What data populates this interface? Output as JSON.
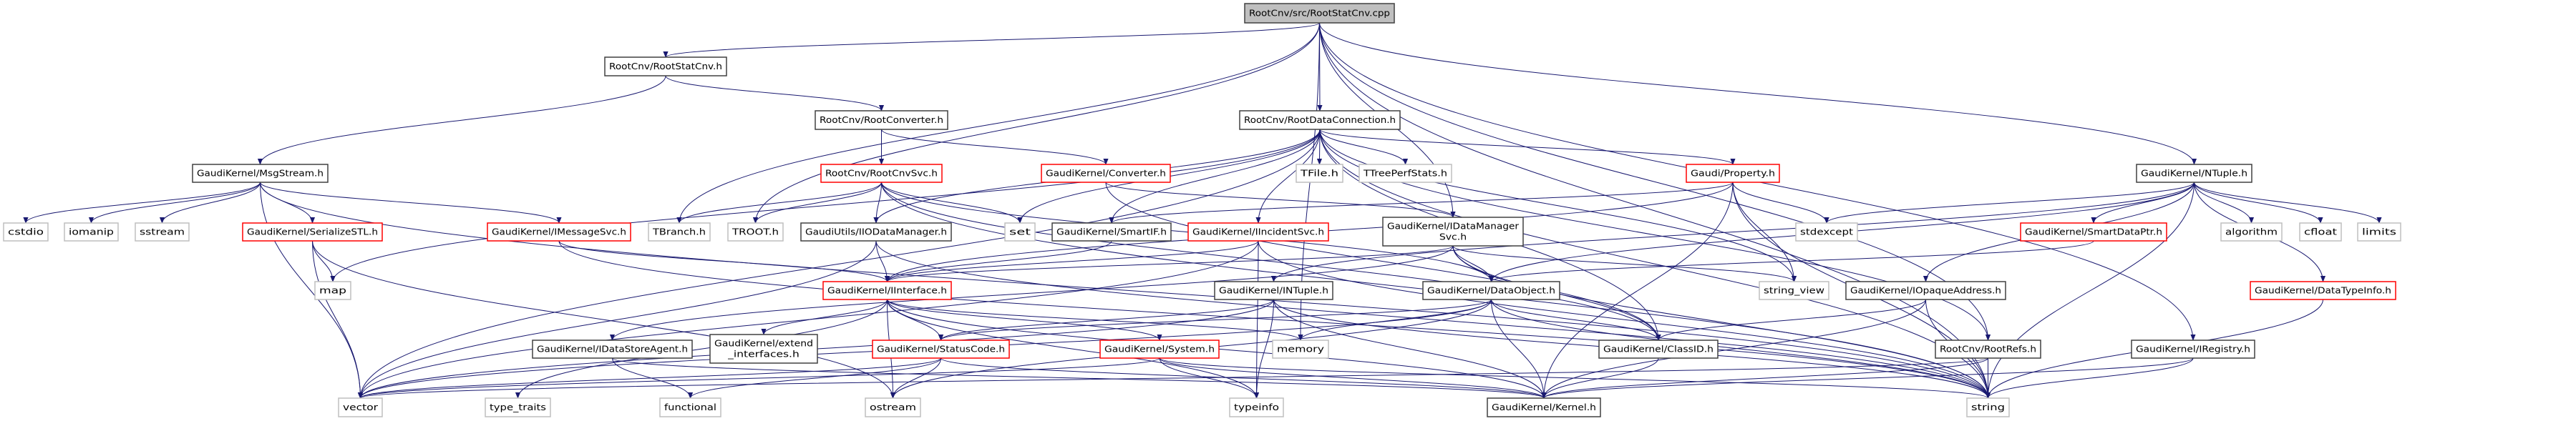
{
  "colors": {
    "edge": "#191970",
    "documented_border": "#404040",
    "truncated_border": "#ff0000",
    "system_border": "#bfbfbf",
    "root_fill": "#bfbfbf"
  },
  "nodes": [
    {
      "id": "cpp",
      "label": [
        "RootCnv/src/RootStatCnv.cpp"
      ],
      "kind": "root"
    },
    {
      "id": "statcnvh",
      "label": [
        "RootCnv/RootStatCnv.h"
      ],
      "kind": "documented"
    },
    {
      "id": "rootconverter",
      "label": [
        "RootCnv/RootConverter.h"
      ],
      "kind": "documented"
    },
    {
      "id": "rootdataconn",
      "label": [
        "RootCnv/RootDataConnection.h"
      ],
      "kind": "documented"
    },
    {
      "id": "msgstream",
      "label": [
        "GaudiKernel/MsgStream.h"
      ],
      "kind": "documented"
    },
    {
      "id": "rootcnvsvc",
      "label": [
        "RootCnv/RootCnvSvc.h"
      ],
      "kind": "truncated"
    },
    {
      "id": "converter",
      "label": [
        "GaudiKernel/Converter.h"
      ],
      "kind": "truncated"
    },
    {
      "id": "tfile",
      "label": [
        "TFile.h"
      ],
      "kind": "system"
    },
    {
      "id": "ttreeperf",
      "label": [
        "TTreePerfStats.h"
      ],
      "kind": "system"
    },
    {
      "id": "property",
      "label": [
        "Gaudi/Property.h"
      ],
      "kind": "truncated"
    },
    {
      "id": "ntuple",
      "label": [
        "GaudiKernel/NTuple.h"
      ],
      "kind": "documented"
    },
    {
      "id": "cstdio",
      "label": [
        "cstdio"
      ],
      "kind": "system"
    },
    {
      "id": "iomanip",
      "label": [
        "iomanip"
      ],
      "kind": "system"
    },
    {
      "id": "sstream",
      "label": [
        "sstream"
      ],
      "kind": "system"
    },
    {
      "id": "serializestl",
      "label": [
        "GaudiKernel/SerializeSTL.h"
      ],
      "kind": "truncated"
    },
    {
      "id": "imessagesvc",
      "label": [
        "GaudiKernel/IMessageSvc.h"
      ],
      "kind": "truncated"
    },
    {
      "id": "tbranch",
      "label": [
        "TBranch.h"
      ],
      "kind": "system"
    },
    {
      "id": "troot",
      "label": [
        "TROOT.h"
      ],
      "kind": "system"
    },
    {
      "id": "iiodatamanager",
      "label": [
        "GaudiUtils/IIODataManager.h"
      ],
      "kind": "documented"
    },
    {
      "id": "set",
      "label": [
        "set"
      ],
      "kind": "system"
    },
    {
      "id": "smartif",
      "label": [
        "GaudiKernel/SmartIF.h"
      ],
      "kind": "documented"
    },
    {
      "id": "iincidentsvc",
      "label": [
        "GaudiKernel/IIncidentSvc.h"
      ],
      "kind": "truncated"
    },
    {
      "id": "idatamanagersvc",
      "label": [
        "GaudiKernel/IDataManager",
        "Svc.h"
      ],
      "kind": "documented"
    },
    {
      "id": "stdexcept",
      "label": [
        "stdexcept"
      ],
      "kind": "system"
    },
    {
      "id": "smartdataptr",
      "label": [
        "GaudiKernel/SmartDataPtr.h"
      ],
      "kind": "truncated"
    },
    {
      "id": "algorithm",
      "label": [
        "algorithm"
      ],
      "kind": "system"
    },
    {
      "id": "cfloat",
      "label": [
        "cfloat"
      ],
      "kind": "system"
    },
    {
      "id": "limits",
      "label": [
        "limits"
      ],
      "kind": "system"
    },
    {
      "id": "map",
      "label": [
        "map"
      ],
      "kind": "system"
    },
    {
      "id": "iinterface",
      "label": [
        "GaudiKernel/IInterface.h"
      ],
      "kind": "truncated"
    },
    {
      "id": "intuple",
      "label": [
        "GaudiKernel/INTuple.h"
      ],
      "kind": "documented"
    },
    {
      "id": "dataobject",
      "label": [
        "GaudiKernel/DataObject.h"
      ],
      "kind": "documented"
    },
    {
      "id": "stringview",
      "label": [
        "string_view"
      ],
      "kind": "system"
    },
    {
      "id": "iopaqueaddress",
      "label": [
        "GaudiKernel/IOpaqueAddress.h"
      ],
      "kind": "documented"
    },
    {
      "id": "datatypeinfo",
      "label": [
        "GaudiKernel/DataTypeInfo.h"
      ],
      "kind": "truncated"
    },
    {
      "id": "idatastoreagent",
      "label": [
        "GaudiKernel/IDataStoreAgent.h"
      ],
      "kind": "documented"
    },
    {
      "id": "extendinterfaces",
      "label": [
        "GaudiKernel/extend",
        "_interfaces.h"
      ],
      "kind": "documented"
    },
    {
      "id": "statuscode",
      "label": [
        "GaudiKernel/StatusCode.h"
      ],
      "kind": "truncated"
    },
    {
      "id": "system",
      "label": [
        "GaudiKernel/System.h"
      ],
      "kind": "truncated"
    },
    {
      "id": "memory",
      "label": [
        "memory"
      ],
      "kind": "system"
    },
    {
      "id": "classid",
      "label": [
        "GaudiKernel/ClassID.h"
      ],
      "kind": "documented"
    },
    {
      "id": "rootrefs",
      "label": [
        "RootCnv/RootRefs.h"
      ],
      "kind": "documented"
    },
    {
      "id": "iregistry",
      "label": [
        "GaudiKernel/IRegistry.h"
      ],
      "kind": "documented"
    },
    {
      "id": "vector",
      "label": [
        "vector"
      ],
      "kind": "system"
    },
    {
      "id": "typetraits",
      "label": [
        "type_traits"
      ],
      "kind": "system"
    },
    {
      "id": "functional",
      "label": [
        "functional"
      ],
      "kind": "system"
    },
    {
      "id": "ostream",
      "label": [
        "ostream"
      ],
      "kind": "system"
    },
    {
      "id": "typeinfo",
      "label": [
        "typeinfo"
      ],
      "kind": "system"
    },
    {
      "id": "kernel",
      "label": [
        "GaudiKernel/Kernel.h"
      ],
      "kind": "documented"
    },
    {
      "id": "string",
      "label": [
        "string"
      ],
      "kind": "system"
    }
  ],
  "edges": [
    [
      "cpp",
      "statcnvh"
    ],
    [
      "cpp",
      "rootdataconn"
    ],
    [
      "cpp",
      "ntuple"
    ],
    [
      "cpp",
      "idatamanagersvc"
    ],
    [
      "cpp",
      "tbranch"
    ],
    [
      "cpp",
      "troot"
    ],
    [
      "cpp",
      "memory"
    ],
    [
      "cpp",
      "iregistry"
    ],
    [
      "cpp",
      "rootrefs"
    ],
    [
      "cpp",
      "string"
    ],
    [
      "statcnvh",
      "msgstream"
    ],
    [
      "statcnvh",
      "rootconverter"
    ],
    [
      "rootconverter",
      "rootcnvsvc"
    ],
    [
      "rootconverter",
      "converter"
    ],
    [
      "msgstream",
      "cstdio"
    ],
    [
      "msgstream",
      "iomanip"
    ],
    [
      "msgstream",
      "sstream"
    ],
    [
      "msgstream",
      "serializestl"
    ],
    [
      "msgstream",
      "imessagesvc"
    ],
    [
      "msgstream",
      "vector"
    ],
    [
      "msgstream",
      "string"
    ],
    [
      "serializestl",
      "map"
    ],
    [
      "serializestl",
      "vector"
    ],
    [
      "serializestl",
      "ostream"
    ],
    [
      "imessagesvc",
      "iinterface"
    ],
    [
      "imessagesvc",
      "string"
    ],
    [
      "rootcnvsvc",
      "tbranch"
    ],
    [
      "rootcnvsvc",
      "troot"
    ],
    [
      "rootcnvsvc",
      "iiodatamanager"
    ],
    [
      "rootcnvsvc",
      "set"
    ],
    [
      "rootcnvsvc",
      "classid"
    ],
    [
      "rootcnvsvc",
      "string"
    ],
    [
      "rootcnvsvc",
      "dataobject"
    ],
    [
      "converter",
      "idatamanagersvc"
    ],
    [
      "converter",
      "classid"
    ],
    [
      "rootdataconn",
      "iiodatamanager"
    ],
    [
      "rootdataconn",
      "set"
    ],
    [
      "rootdataconn",
      "smartif"
    ],
    [
      "rootdataconn",
      "iincidentsvc"
    ],
    [
      "rootdataconn",
      "tfile"
    ],
    [
      "rootdataconn",
      "ttreeperf"
    ],
    [
      "rootdataconn",
      "property"
    ],
    [
      "rootdataconn",
      "classid"
    ],
    [
      "rootdataconn",
      "stringview"
    ],
    [
      "rootdataconn",
      "string"
    ],
    [
      "rootdataconn",
      "map"
    ],
    [
      "rootdataconn",
      "vector"
    ],
    [
      "rootdataconn",
      "rootrefs"
    ],
    [
      "iiodatamanager",
      "iinterface"
    ],
    [
      "iiodatamanager",
      "vector"
    ],
    [
      "iiodatamanager",
      "string"
    ],
    [
      "smartif",
      "iinterface"
    ],
    [
      "iincidentsvc",
      "iinterface"
    ],
    [
      "iincidentsvc",
      "string"
    ],
    [
      "iincidentsvc",
      "vector"
    ],
    [
      "iincidentsvc",
      "typeinfo"
    ],
    [
      "idatamanagersvc",
      "iinterface"
    ],
    [
      "idatamanagersvc",
      "dataobject"
    ],
    [
      "idatamanagersvc",
      "classid"
    ],
    [
      "idatamanagersvc",
      "string"
    ],
    [
      "idatamanagersvc",
      "idatastoreagent"
    ],
    [
      "idatamanagersvc",
      "stringview"
    ],
    [
      "property",
      "stdexcept"
    ],
    [
      "property",
      "stringview"
    ],
    [
      "property",
      "string"
    ],
    [
      "property",
      "kernel"
    ],
    [
      "property",
      "smartif"
    ],
    [
      "property",
      "iinterface"
    ],
    [
      "ntuple",
      "stdexcept"
    ],
    [
      "ntuple",
      "smartdataptr"
    ],
    [
      "ntuple",
      "algorithm"
    ],
    [
      "ntuple",
      "cfloat"
    ],
    [
      "ntuple",
      "limits"
    ],
    [
      "ntuple",
      "datatypeinfo"
    ],
    [
      "ntuple",
      "iopaqueaddress"
    ],
    [
      "ntuple",
      "intuple"
    ],
    [
      "ntuple",
      "dataobject"
    ],
    [
      "ntuple",
      "string"
    ],
    [
      "smartdataptr",
      "dataobject"
    ],
    [
      "iinterface",
      "statuscode"
    ],
    [
      "iinterface",
      "system"
    ],
    [
      "iinterface",
      "extendinterfaces"
    ],
    [
      "iinterface",
      "kernel"
    ],
    [
      "iinterface",
      "ostream"
    ],
    [
      "iinterface",
      "typeinfo"
    ],
    [
      "iinterface",
      "memory"
    ],
    [
      "iinterface",
      "typetraits"
    ],
    [
      "intuple",
      "statuscode"
    ],
    [
      "intuple",
      "kernel"
    ],
    [
      "intuple",
      "typeinfo"
    ],
    [
      "intuple",
      "vector"
    ],
    [
      "intuple",
      "string"
    ],
    [
      "dataobject",
      "classid"
    ],
    [
      "dataobject",
      "statuscode"
    ],
    [
      "dataobject",
      "memory"
    ],
    [
      "dataobject",
      "kernel"
    ],
    [
      "dataobject",
      "string"
    ],
    [
      "dataobject",
      "vector"
    ],
    [
      "dataobject",
      "ostream"
    ],
    [
      "statuscode",
      "ostream"
    ],
    [
      "statuscode",
      "kernel"
    ],
    [
      "statuscode",
      "functional"
    ],
    [
      "statuscode",
      "vector"
    ],
    [
      "system",
      "kernel"
    ],
    [
      "system",
      "typeinfo"
    ],
    [
      "system",
      "string"
    ],
    [
      "system",
      "vector"
    ],
    [
      "idatastoreagent",
      "functional"
    ],
    [
      "idatastoreagent",
      "kernel"
    ],
    [
      "iopaqueaddress",
      "classid"
    ],
    [
      "iopaqueaddress",
      "kernel"
    ],
    [
      "iopaqueaddress",
      "string"
    ],
    [
      "classid",
      "kernel"
    ],
    [
      "datatypeinfo",
      "string"
    ],
    [
      "rootrefs",
      "kernel"
    ],
    [
      "rootrefs",
      "string"
    ],
    [
      "rootrefs",
      "vector"
    ],
    [
      "iregistry",
      "kernel"
    ],
    [
      "iregistry",
      "string"
    ]
  ]
}
